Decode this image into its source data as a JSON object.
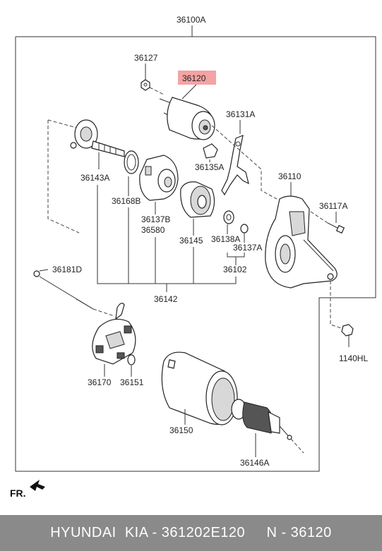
{
  "diagram": {
    "assembly_label": "36100A",
    "highlight_color": "#f4a3a3",
    "labels": {
      "p36127": "36127",
      "p36120": "36120",
      "p36131A": "36131A",
      "p36135A": "36135A",
      "p36143A": "36143A",
      "p36168B": "36168B",
      "p36137B": "36137B",
      "p36580": "36580",
      "p36145": "36145",
      "p36138A": "36138A",
      "p36137A": "36137A",
      "p36110": "36110",
      "p36117A": "36117A",
      "p36102": "36102",
      "p36142": "36142",
      "p36181D": "36181D",
      "p36170": "36170",
      "p36151": "36151",
      "p36150": "36150",
      "p36146A": "36146A",
      "p1140HL": "1140HL"
    },
    "front_marker": "FR."
  },
  "footer": {
    "text": "HYUNDAI  KIA - 361202E120     N - 36120"
  }
}
